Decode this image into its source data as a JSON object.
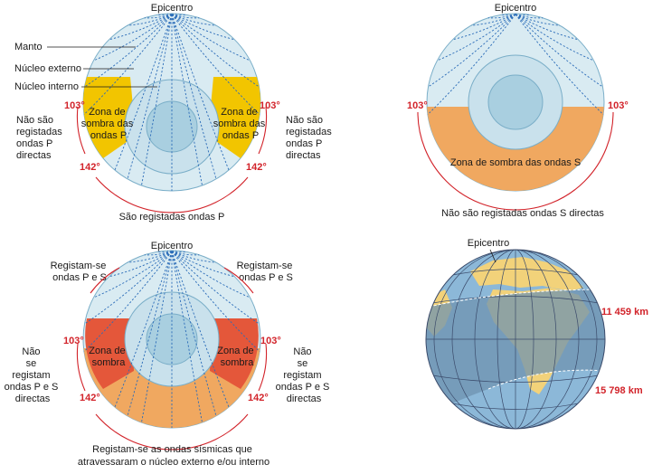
{
  "diagram_p": {
    "epicentro": "Epicentro",
    "manto": "Manto",
    "nucleo_externo": "Núcleo externo",
    "nucleo_interno": "Núcleo interno",
    "deg_103": "103°",
    "deg_142": "142°",
    "shadow_lines": [
      "Zona de",
      "sombra das",
      "ondas P"
    ],
    "side_lines": [
      "Não são",
      "registadas",
      "ondas P",
      "directas"
    ],
    "bottom_caption": "São registadas ondas P"
  },
  "diagram_s": {
    "epicentro": "Epicentro",
    "deg_103": "103°",
    "shadow_label": "Zona de sombra das ondas S",
    "bottom_caption": "Não são registadas ondas S directas"
  },
  "diagram_ps": {
    "epicentro": "Epicentro",
    "deg_103": "103°",
    "deg_142": "142°",
    "top_lines": [
      "Registam-se",
      "ondas P e S"
    ],
    "shadow_lines": [
      "Zona de",
      "sombra"
    ],
    "side_lines": [
      "Não",
      "se",
      "registam",
      "ondas P e S",
      "directas"
    ],
    "bottom_lines": [
      "Registam-se as ondas sísmicas que",
      "atravessaram o núcleo externo e/ou interno"
    ]
  },
  "globe": {
    "epicentro": "Epicentro",
    "distance_1": "11 459 km",
    "distance_2": "15 798 km"
  },
  "colors": {
    "mantle": "#d9ebf2",
    "outer_core": "#c9e1ec",
    "inner_core": "#a9cfe0",
    "ray": "#2b6cb8",
    "p_shadow": "#f2c500",
    "s_shadow": "#f0a860",
    "ps_shadow": "#e4573a",
    "accent_red": "#d2232a"
  }
}
